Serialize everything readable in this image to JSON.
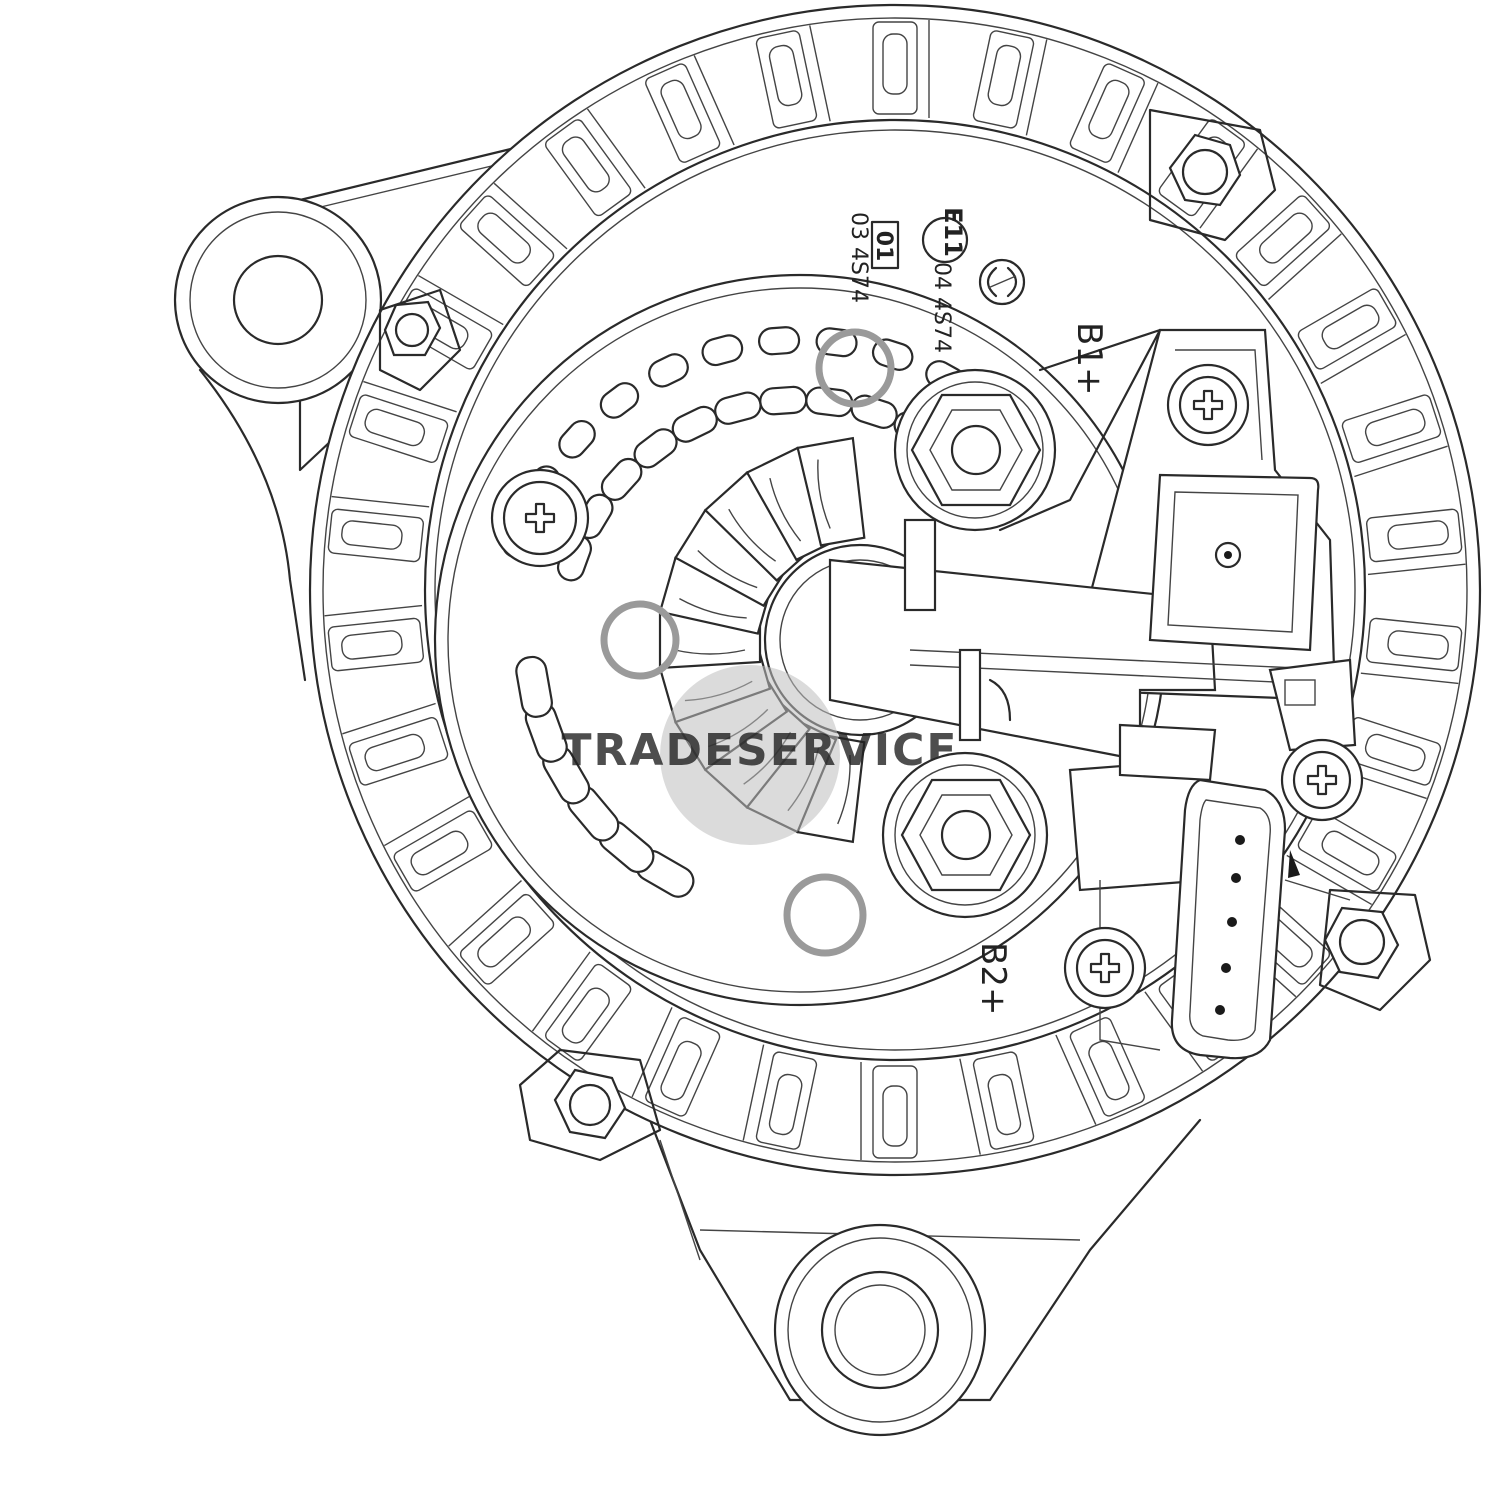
{
  "drawing": {
    "markings": {
      "approval_mark": "E11",
      "approval_number": "04  4S74",
      "type_box": "01",
      "type_number": "03  4S74"
    },
    "terminals": {
      "b1": "B1+",
      "b2": "B2+"
    },
    "watermark": "TRADESERVICE",
    "colors": {
      "line": "#2a2a2a",
      "ring": "#9a9a9a",
      "background": "#ffffff"
    },
    "icons": [
      "logo-symbol-icon",
      "hex-bolt-icon",
      "phillips-screw-icon",
      "connector-plug-icon"
    ]
  }
}
